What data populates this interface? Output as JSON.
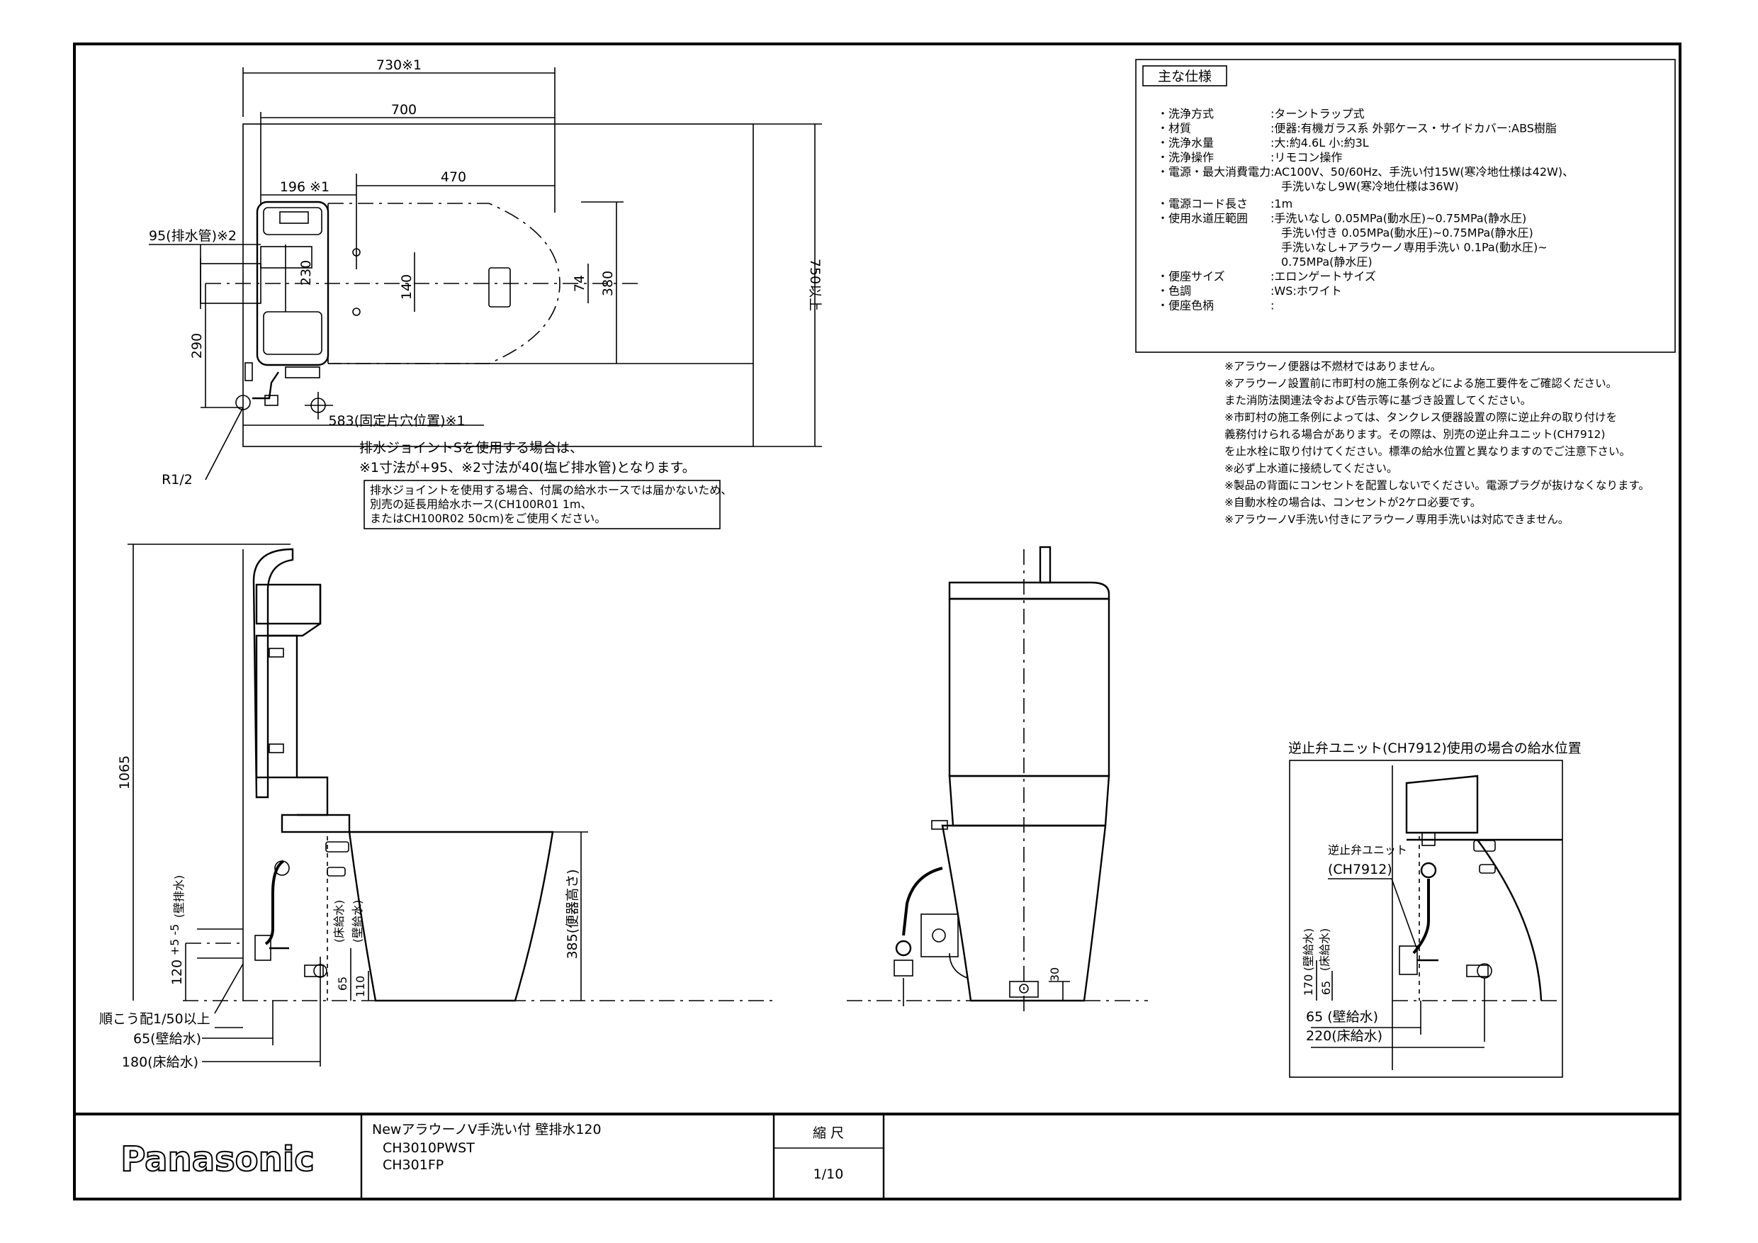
{
  "plan": {
    "dim_730": "730※1",
    "dim_700": "700",
    "dim_196": "196 ※1",
    "dim_470": "470",
    "dim_95": "95(排水管)※2",
    "dim_230": "230",
    "dim_140": "140",
    "dim_74": "74",
    "dim_380": "380",
    "dim_290": "290",
    "dim_750": "750以上",
    "dim_583": "583(固定片穴位置)※1",
    "r12": "R1/2",
    "note_line1": "排水ジョイントSを使用する場合は、",
    "note_line2": "※1寸法が+95、※2寸法が40(塩ビ排水管)となります。",
    "box_line1": "排水ジョイントを使用する場合、付属の給水ホースでは届かないため、",
    "box_line2": "別売の延長用給水ホース(CH100R01 1m、",
    "box_line3": "またはCH100R02 50cm)をご使用ください。"
  },
  "spec": {
    "title": "主な仕様",
    "rows": [
      {
        "k": "・洗浄方式",
        "v": ":ターントラップ式"
      },
      {
        "k": "・材質",
        "v": ":便器:有機ガラス系 外郭ケース・サイドカバー:ABS樹脂"
      },
      {
        "k": "・洗浄水量",
        "v": ":大:約4.6L 小:約3L"
      },
      {
        "k": "・洗浄操作",
        "v": ":リモコン操作"
      },
      {
        "k": "・電源・最大消費電力",
        "v": ":AC100V、50/60Hz、手洗い付15W(寒冷地仕様は42W)、"
      },
      {
        "k": "",
        "v": "手洗いなし9W(寒冷地仕様は36W)"
      },
      {
        "k": "・電源コード長さ",
        "v": ":1m"
      },
      {
        "k": "・使用水道圧範囲",
        "v": ":手洗いなし 0.05MPa(動水圧)~0.75MPa(静水圧)"
      },
      {
        "k": "",
        "v": "手洗い付き 0.05MPa(動水圧)~0.75MPa(静水圧)"
      },
      {
        "k": "",
        "v": "手洗いなし+アラウーノ専用手洗い 0.1Pa(動水圧)~"
      },
      {
        "k": "",
        "v": "0.75MPa(静水圧)"
      },
      {
        "k": "・便座サイズ",
        "v": ":エロンゲートサイズ"
      },
      {
        "k": "・色調",
        "v": ":WS:ホワイト"
      },
      {
        "k": "・便座色柄",
        "v": ":"
      }
    ]
  },
  "notes": [
    "※アラウーノ便器は不燃材ではありません。",
    "※アラウーノ設置前に市町村の施工条例などによる施工要件をご確認ください。",
    "  また消防法関連法令および告示等に基づき設置してください。",
    "※市町村の施工条例によっては、タンクレス便器設置の際に逆止弁の取り付けを",
    "  義務付けられる場合があります。その際は、別売の逆止弁ユニット(CH7912)",
    "  を止水栓に取り付けてください。標準の給水位置と異なりますのでご注意下さい。",
    "※必ず上水道に接続してください。",
    "※製品の背面にコンセントを配置しないでください。電源プラグが抜けなくなります。",
    "※自動水栓の場合は、コンセントが2ケロ必要です。",
    "※アラウーノV手洗い付きにアラウーノ専用手洗いは対応できません。"
  ],
  "side": {
    "dim_1065": "1065",
    "dim_385": "385(便器高さ)",
    "drain_label": "(壁排水)",
    "drain_tol": "+5 -5",
    "floor_supply": "(床給水)",
    "wall_supply": "(壁給水)",
    "dim_120": "120",
    "dim_110": "110",
    "dim_65v": "65",
    "slope": "順こう配1/50以上",
    "dim_65": "65(壁給水)",
    "dim_180": "180(床給水)"
  },
  "front": {
    "dim_30": "30"
  },
  "inset": {
    "title": "逆止弁ユニット(CH7912)使用の場合の給水位置",
    "valve_label1": "逆止弁ユニット",
    "valve_label2": "(CH7912)",
    "wall_supply": "(壁給水)",
    "floor_supply": "(床給水)",
    "dim_170": "170",
    "dim_65v": "65",
    "dim_65": "65 (壁給水)",
    "dim_220": "220(床給水)"
  },
  "titleblock": {
    "logo": "Panasonic",
    "product": "NewアラウーノV手洗い付 壁排水120",
    "model1": "CH3010PWST",
    "model2": "CH301FP",
    "scale_label": "縮 尺",
    "scale_value": "1/10"
  }
}
